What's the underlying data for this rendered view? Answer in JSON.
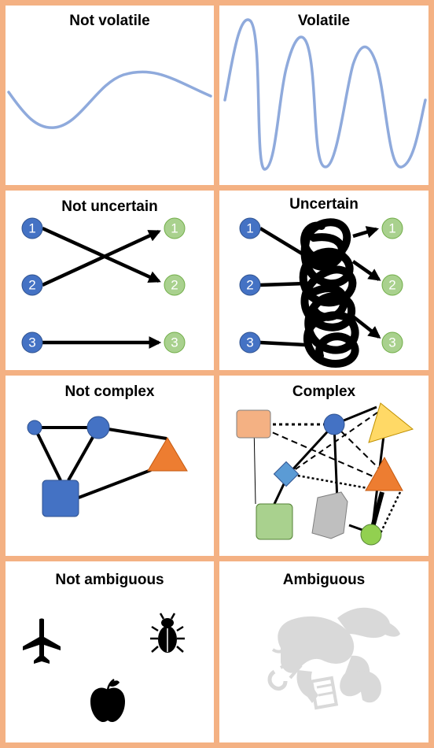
{
  "colors": {
    "frame": "#f4b183",
    "wave": "#8faadc",
    "node_blue": "#4472c4",
    "node_green": "#a9d18e",
    "triangle_orange": "#ed7d31",
    "triangle_yellow": "#ffd966",
    "box_salmon": "#f4b183",
    "box_gray": "#bfbfbf",
    "ball_green": "#92d050",
    "ghost_gray": "#d9d9d9"
  },
  "panels": {
    "not_volatile": {
      "title": "Not volatile"
    },
    "volatile": {
      "title": "Volatile"
    },
    "not_uncertain": {
      "title": "Not uncertain",
      "left_nodes": [
        "1",
        "2",
        "3"
      ],
      "right_nodes": [
        "1",
        "2",
        "3"
      ]
    },
    "uncertain": {
      "title": "Uncertain",
      "left_nodes": [
        "1",
        "2",
        "3"
      ],
      "right_nodes": [
        "1",
        "2",
        "3"
      ]
    },
    "not_complex": {
      "title": "Not complex"
    },
    "complex": {
      "title": "Complex"
    },
    "not_ambiguous": {
      "title": "Not ambiguous",
      "icons": [
        "airplane-icon",
        "beetle-icon",
        "apple-icon"
      ]
    },
    "ambiguous": {
      "title": "Ambiguous",
      "icons": [
        "ambiguous-figure-icon"
      ]
    }
  }
}
